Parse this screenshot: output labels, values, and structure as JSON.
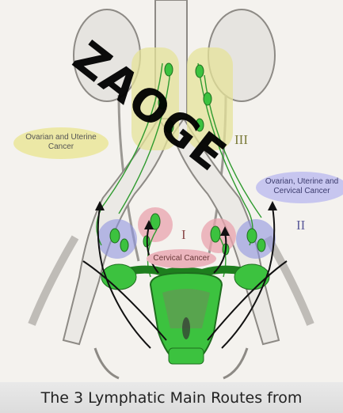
{
  "labels": {
    "ovarian_uterine": "Ovarian and Uterine Cancer",
    "ovarian_uterine_cervical": "Ovarian, Uterine and Cervical Cancer",
    "cervical": "Cervical Cancer",
    "route_i": "I",
    "route_ii": "II",
    "route_iii": "III"
  },
  "watermark": "ZAOGE",
  "caption": "The 3 Lymphatic Main Routes from",
  "colors": {
    "background": "#f4f2ee",
    "route_i_pink": "#e9a3ad",
    "route_ii_blue": "#8f95e0",
    "route_iii_yellow": "#e6e39a",
    "lymph_green": "#38c23a",
    "arrow": "#111111",
    "caption_bar": "#e2e2e2"
  }
}
